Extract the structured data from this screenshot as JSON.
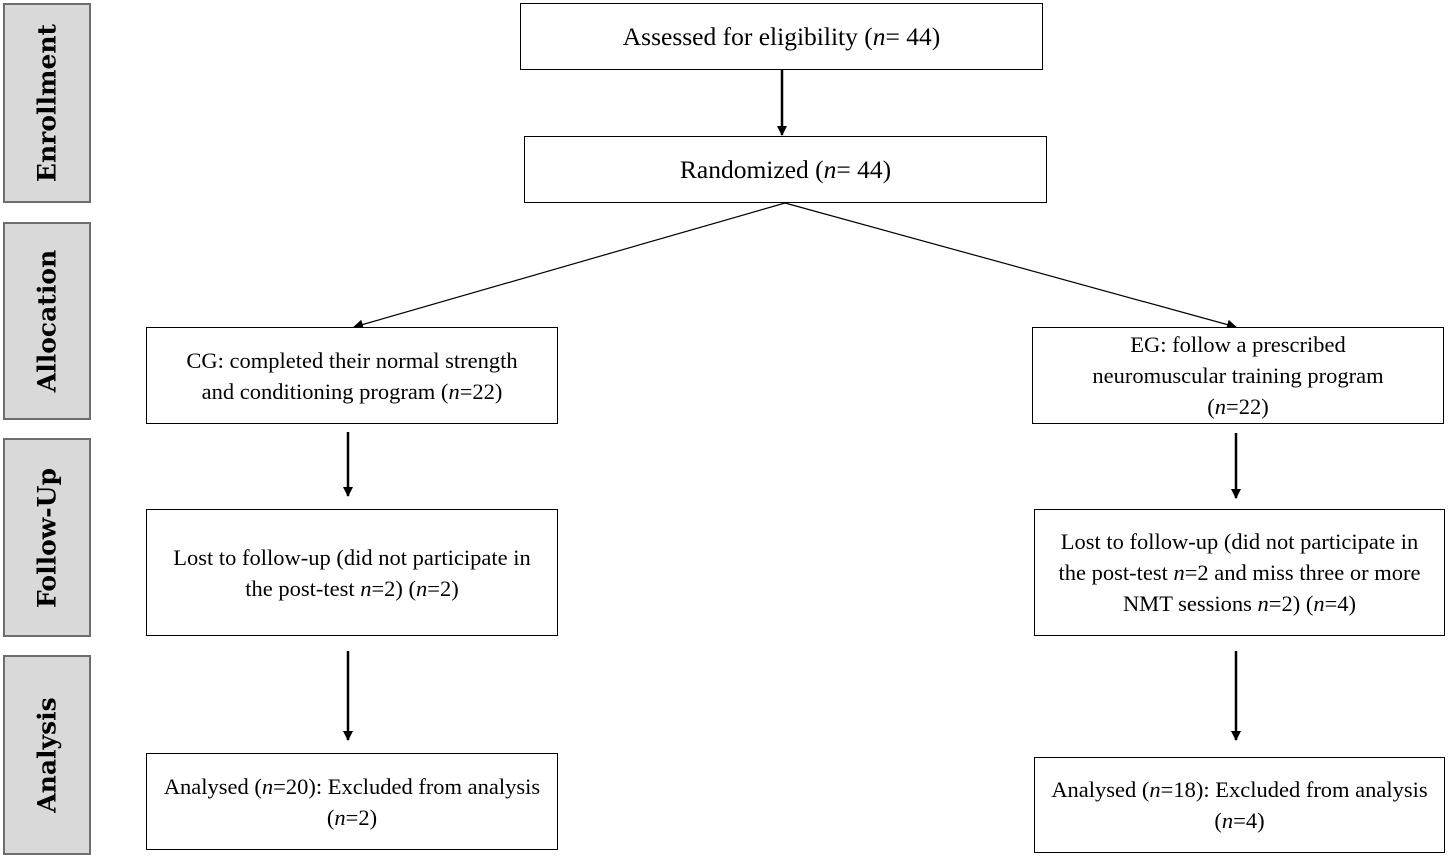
{
  "phases": [
    "Enrollment",
    "Allocation",
    "Follow-Up",
    "Analysis"
  ],
  "boxes": {
    "assessed": "Assessed for eligibility  (n= 44)",
    "randomized": "Randomized  (n= 44)",
    "cg_allocation": "CG: completed their normal strength and conditioning program (n=22)",
    "eg_allocation": "EG: follow a prescribed neuromuscular training program (n=22)",
    "cg_followup": "Lost to follow-up (did not participate in the post-test n=2) (n=2)",
    "eg_followup": "Lost to follow-up (did not participate in the post-test n=2 and miss three or more NMT sessions n=2) (n=4)",
    "cg_analysis": "Analysed (n=20): Excluded from analysis (n=2)",
    "eg_analysis": "Analysed (n=18): Excluded from analysis (n=4)"
  },
  "colors": {
    "phase_fill": "#d9d9d9",
    "phase_border": "#6e6e6e",
    "line": "#000000"
  }
}
